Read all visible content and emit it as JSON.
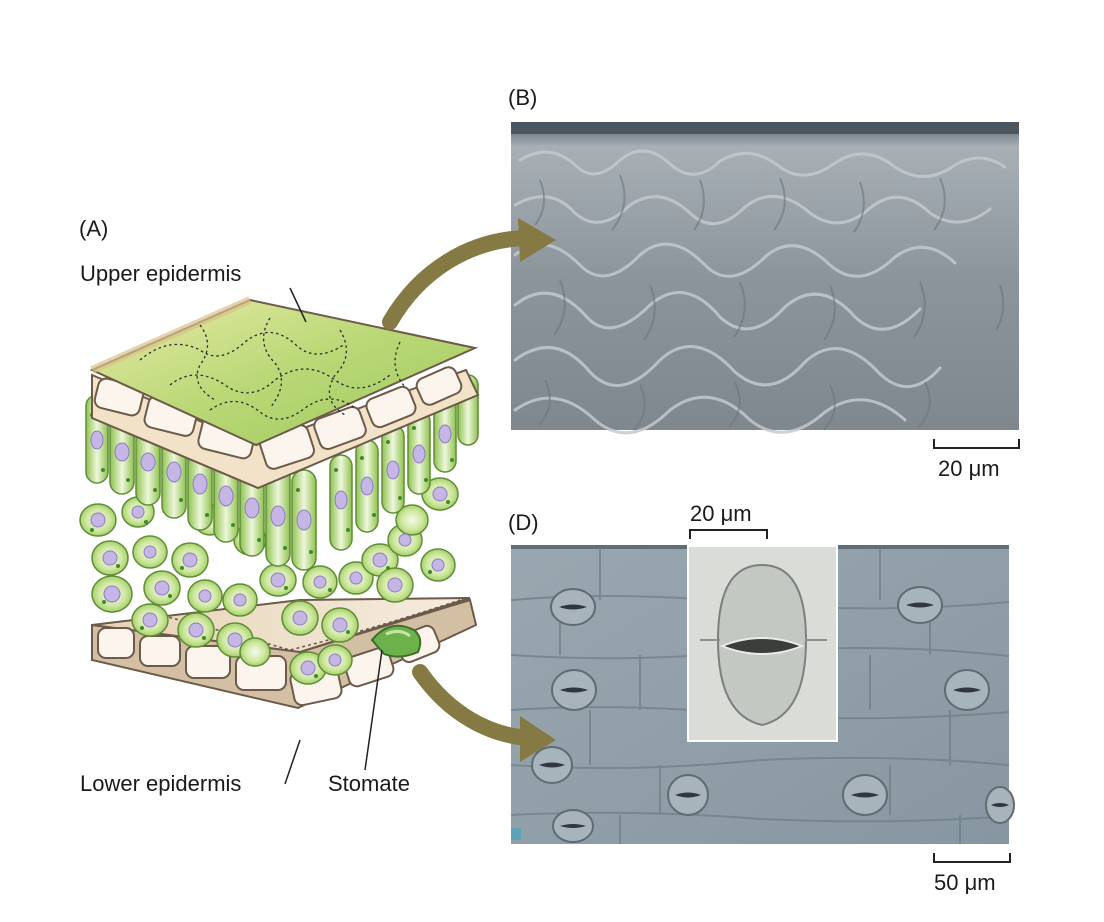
{
  "panels": {
    "a": {
      "letter": "(A)"
    },
    "b": {
      "letter": "(B)",
      "scale": "20 μm"
    },
    "d": {
      "letter": "(D)",
      "inset_scale": "20 μm",
      "scale": "50 μm"
    }
  },
  "labels": {
    "upper": "Upper epidermis",
    "lower": "Lower epidermis",
    "stomate": "Stomate"
  },
  "colors": {
    "leaf_green": "#a9cf6a",
    "cell_green": "#bfe08a",
    "nucleus": "#c9b8e8",
    "tan": "#e8d6a8",
    "sem_gray": "#8e969c",
    "arrow": "#857a43"
  }
}
